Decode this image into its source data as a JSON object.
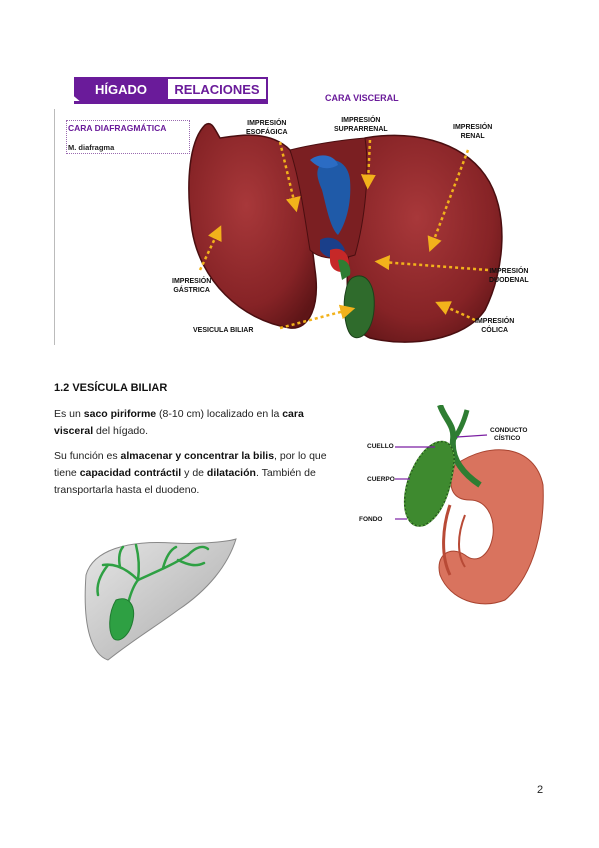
{
  "header": {
    "tab_left": "HÍGADO",
    "tab_right": "RELACIONES",
    "subtitle": "CARA DIAFRAGMÁTICA",
    "subtitle_item": "M. diafragma",
    "cara_visceral": "CARA VISCERAL"
  },
  "liver_labels": {
    "esofagica": [
      "IMPRESIÓN",
      "ESOFÁGICA"
    ],
    "suprarrenal": [
      "IMPRESIÓN",
      "SUPRARRENAL"
    ],
    "renal": [
      "IMPRESIÓN",
      "RENAL"
    ],
    "gastrica": [
      "IMPRESIÓN",
      "GÁSTRICA"
    ],
    "duodenal": [
      "IMPRESIÓN",
      "DUODENAL"
    ],
    "colica": [
      "IMPRESIÓN",
      "CÓLICA"
    ],
    "vesicula": "VESICULA BILIAR"
  },
  "section": {
    "title": "1.2 VESÍCULA BILIAR",
    "p1": {
      "t1": "Es un ",
      "b1": "saco piriforme",
      "t2": " (8-10 cm) localizado en la ",
      "b2": "cara visceral",
      "t3": " del hígado."
    },
    "p2": {
      "t1": "Su función es ",
      "b1": "almacenar y concentrar la bilis",
      "t2": ", por lo que tiene ",
      "b2": "capacidad contráctil",
      "t3": " y de ",
      "b3": "dilatación",
      "t4": ". También de transportarla hasta el duodeno."
    }
  },
  "gallbladder_labels": {
    "cuello": "CUELLO",
    "cuerpo": "CUERPO",
    "fondo": "FONDO",
    "conducto": [
      "CONDUCTO",
      "CÍSTICO"
    ]
  },
  "page_number": "2",
  "colors": {
    "accent": "#6a1b9a",
    "liver": "#8e2a2c",
    "arrow": "#f2b21b",
    "bile": "#2e7d32"
  }
}
